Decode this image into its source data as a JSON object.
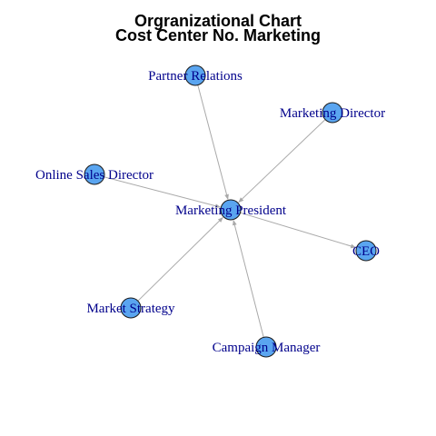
{
  "title": "Orgranizational Chart",
  "subtitle": "Cost Center No. Marketing",
  "colors": {
    "node_fill": "#5aa5f0",
    "node_stroke": "#1a1a1a",
    "edge": "#a9a9a9",
    "label": "#00008b"
  },
  "nodes": [
    {
      "id": "partner",
      "label": "Partner Relations"
    },
    {
      "id": "mdir",
      "label": "Marketing Director"
    },
    {
      "id": "online",
      "label": "Online Sales Director"
    },
    {
      "id": "president",
      "label": "Marketing President"
    },
    {
      "id": "ceo",
      "label": "CEO"
    },
    {
      "id": "strategy",
      "label": "Market Strategy"
    },
    {
      "id": "campaign",
      "label": "Campaign Manager"
    }
  ],
  "edges": [
    {
      "from": "partner",
      "to": "president"
    },
    {
      "from": "mdir",
      "to": "president"
    },
    {
      "from": "online",
      "to": "president"
    },
    {
      "from": "strategy",
      "to": "president"
    },
    {
      "from": "campaign",
      "to": "president"
    },
    {
      "from": "president",
      "to": "ceo"
    }
  ]
}
